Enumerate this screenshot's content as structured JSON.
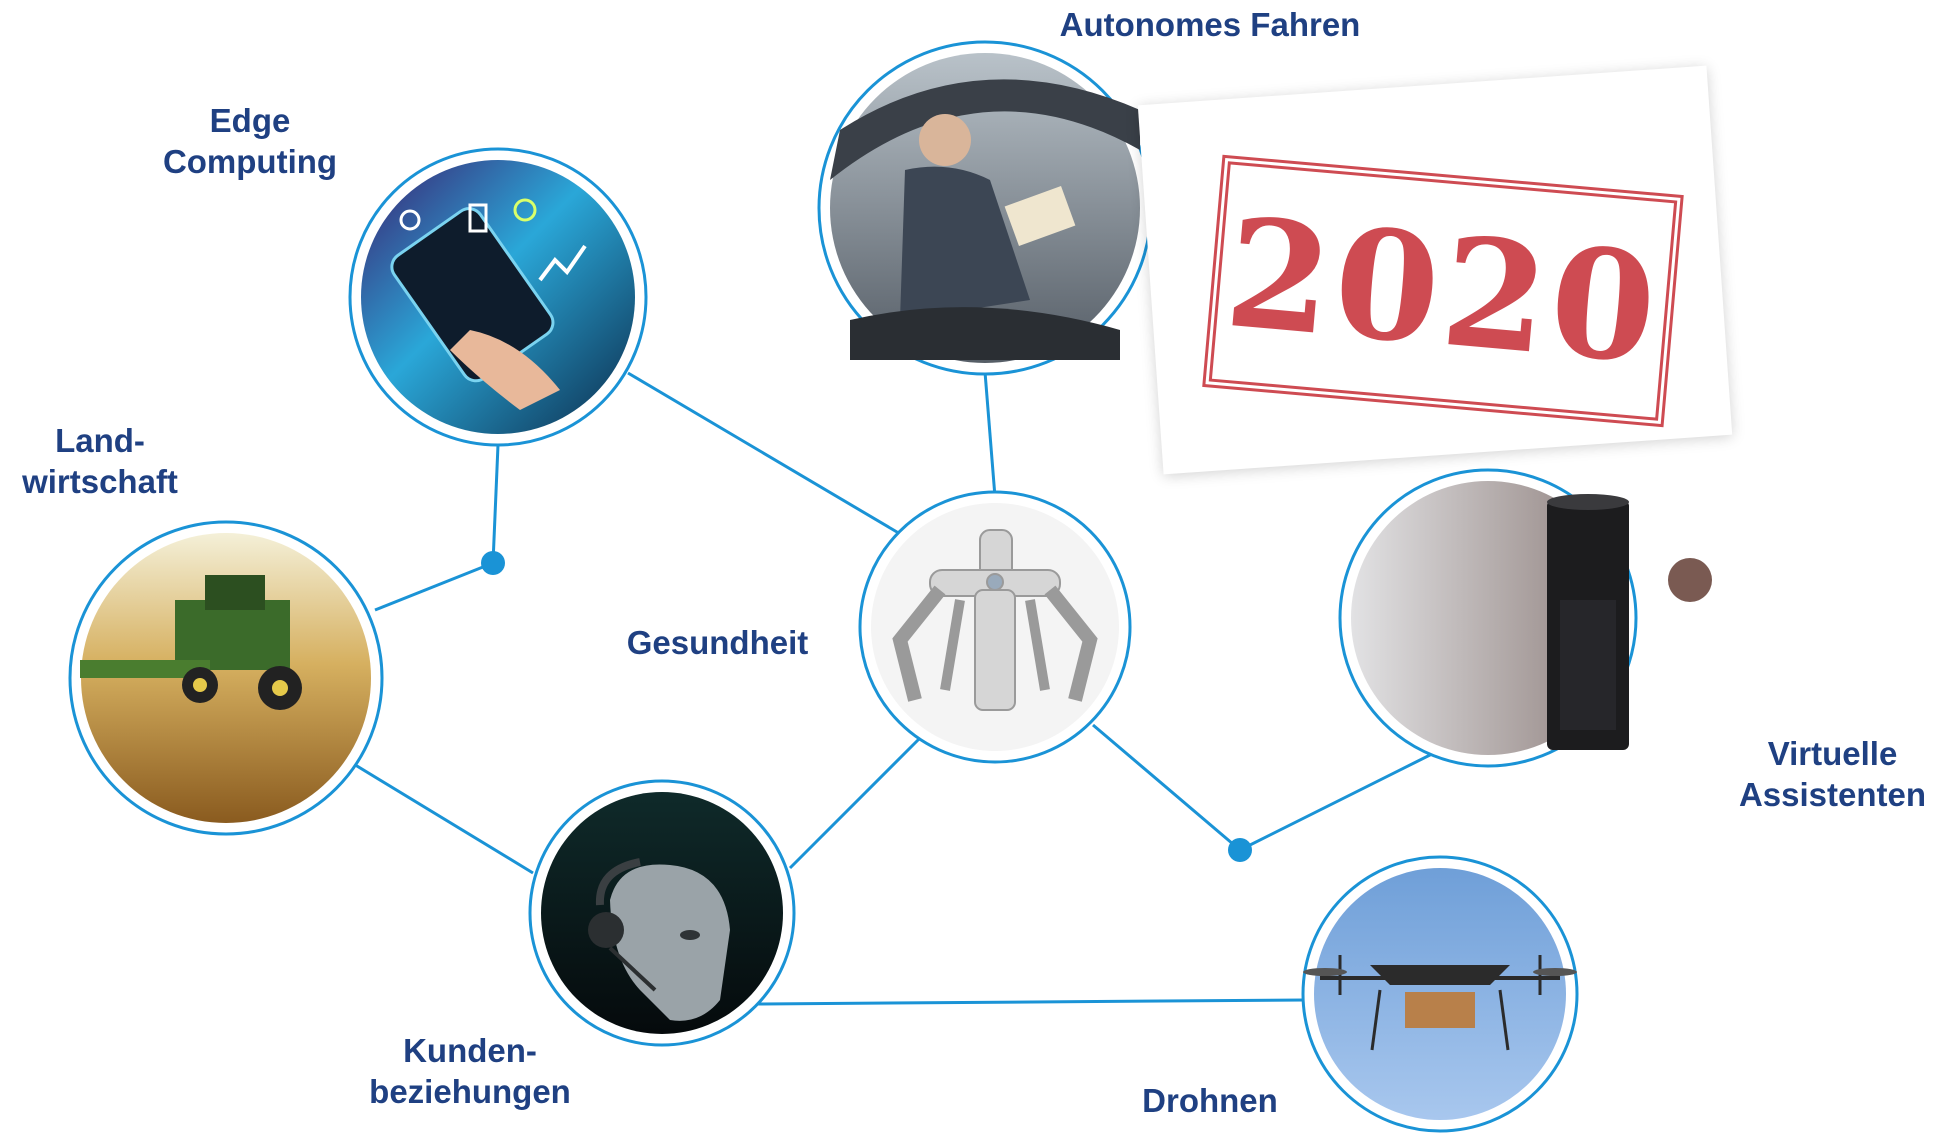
{
  "accent_color": "#1a93d6",
  "label_color": "#1f4082",
  "stamp": {
    "text": "2020",
    "color": "#c8333b"
  },
  "center": {
    "id": "gesundheit",
    "label": [
      "Gesundheit"
    ],
    "icon": "surgical-robot-icon"
  },
  "topics": [
    {
      "id": "edge-computing",
      "label": [
        "Edge",
        "Computing"
      ],
      "icon": "smartphone-data-icon"
    },
    {
      "id": "autonomes-fahren",
      "label": [
        "Autonomes Fahren"
      ],
      "icon": "autonomous-car-interior-icon"
    },
    {
      "id": "landwirtschaft",
      "label": [
        "Land-",
        "wirtschaft"
      ],
      "icon": "combine-harvester-icon"
    },
    {
      "id": "virtuelle-assistenten",
      "label": [
        "Virtuelle",
        "Assistenten"
      ],
      "icon": "smart-speaker-icon"
    },
    {
      "id": "kundenbeziehungen",
      "label": [
        "Kunden-",
        "beziehungen"
      ],
      "icon": "android-headset-icon"
    },
    {
      "id": "drohnen",
      "label": [
        "Drohnen"
      ],
      "icon": "delivery-drone-icon"
    }
  ]
}
